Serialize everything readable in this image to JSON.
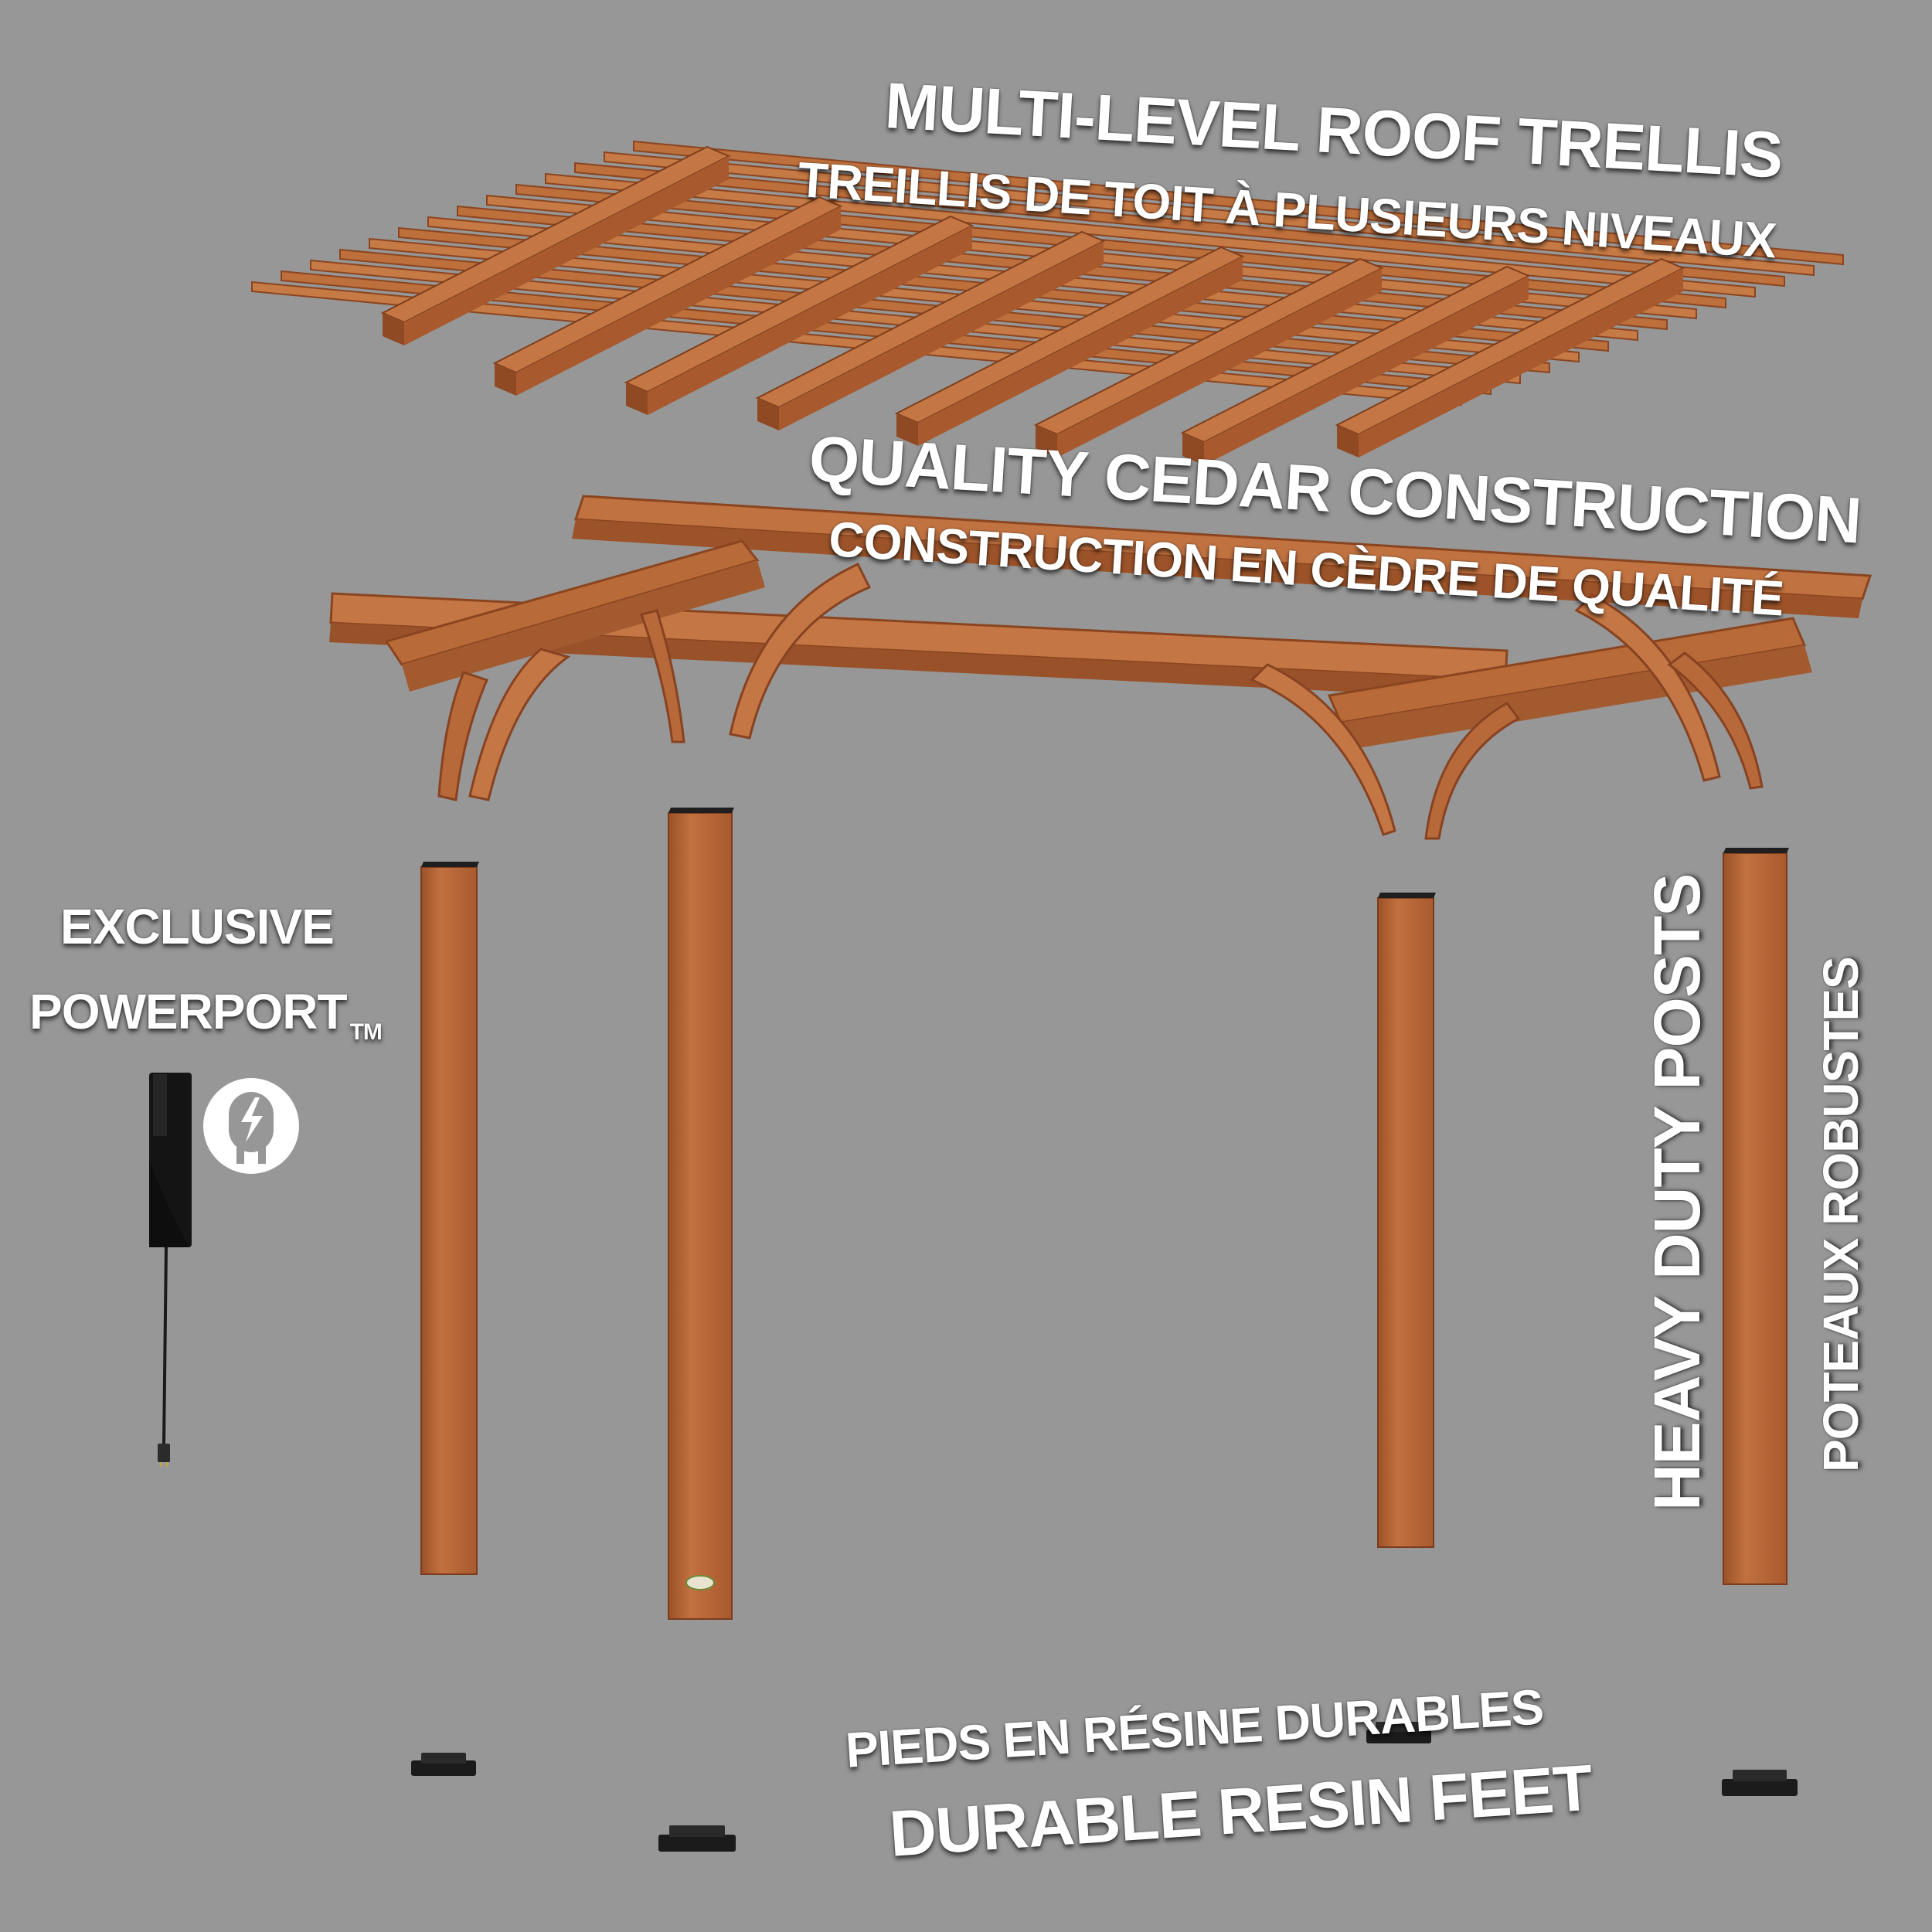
{
  "colors": {
    "background": "#979797",
    "wood": "#b8693a",
    "wood_dark": "#8f4b24",
    "wood_light": "#cf8a55",
    "resin": "#1b1b1b",
    "text": "#ffffff"
  },
  "labels": {
    "roof_en": "MULTI-LEVEL ROOF TRELLIS",
    "roof_fr": "TREILLIS DE TOIT À PLUSIEURS NIVEAUX",
    "cedar_en": "QUALITY CEDAR CONSTRUCTION",
    "cedar_fr": "CONSTRUCTION EN CÈDRE DE QUALITÉ",
    "powerport_line1": "EXCLUSIVE",
    "powerport_line2": "POWERPORT",
    "powerport_tm": "TM",
    "posts_en": "HEAVY DUTY POSTS",
    "posts_fr": "POTEAUX ROBUSTES",
    "feet_fr": "PIEDS EN RÉSINE DURABLES",
    "feet_en": "DURABLE RESIN FEET"
  },
  "icons": {
    "power": "electric-plug-bolt-icon"
  }
}
